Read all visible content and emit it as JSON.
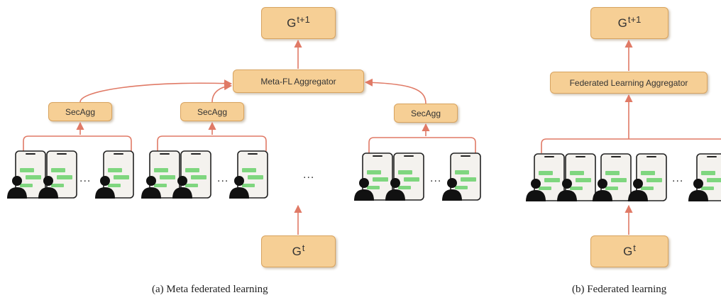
{
  "meta": {
    "g_next": {
      "base": "G",
      "sup": "t+1"
    },
    "g_curr": {
      "base": "G",
      "sup": "t"
    },
    "aggregator_label": "Meta-FL Aggregator",
    "secagg_labels": [
      "SecAgg",
      "SecAgg",
      "SecAgg"
    ],
    "ellipsis": "...",
    "caption": "(a) Meta federated learning"
  },
  "fl": {
    "g_next": {
      "base": "G",
      "sup": "t+1"
    },
    "g_curr": {
      "base": "G",
      "sup": "t"
    },
    "aggregator_label": "Federated Learning Aggregator",
    "ellipsis": "...",
    "caption": "(b) Federated learning"
  },
  "colors": {
    "box_fill": "#f6cf95",
    "box_border": "#d8a35f",
    "arrow": "#e07a66",
    "phone_body": "#f4f2ee",
    "phone_outline": "#222222",
    "chat_bubble": "#7fd67f",
    "person": "#111111"
  }
}
